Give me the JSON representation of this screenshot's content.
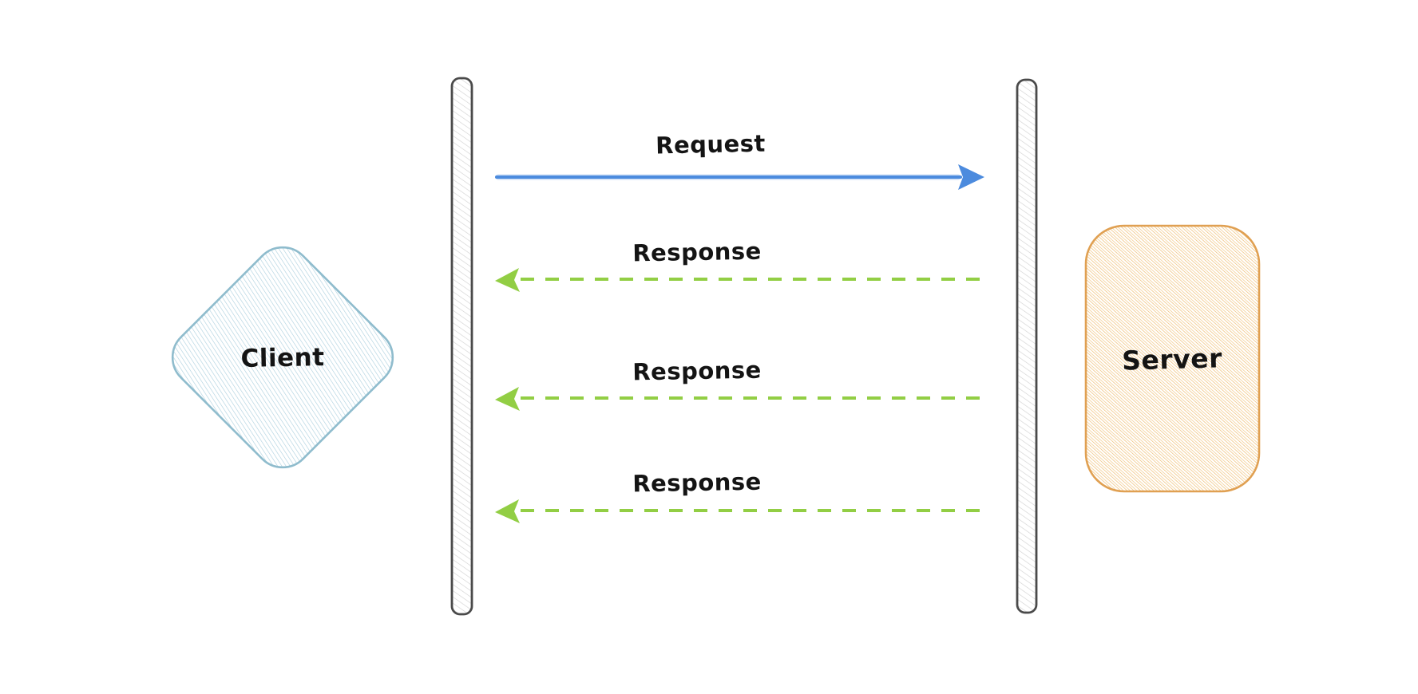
{
  "diagram": {
    "type": "sequence",
    "background": "#ffffff",
    "nodes": {
      "client": {
        "label": "Client",
        "shape": "diamond",
        "fill_hatch": "#a9cedd",
        "border": "#8fbccd"
      },
      "server": {
        "label": "Server",
        "shape": "rounded-rectangle",
        "fill_hatch": "#edb868",
        "border": "#e0a052"
      }
    },
    "lifelines": {
      "count": 2,
      "style": "hatched-bar",
      "border": "#4a4a4a",
      "fill_hatch": "#d2d2d2"
    },
    "messages": [
      {
        "label": "Request",
        "from": "client",
        "to": "server",
        "line_style": "solid",
        "color": "#4c8bde"
      },
      {
        "label": "Response",
        "from": "server",
        "to": "client",
        "line_style": "dashed",
        "color": "#92ce44"
      },
      {
        "label": "Response",
        "from": "server",
        "to": "client",
        "line_style": "dashed",
        "color": "#92ce44"
      },
      {
        "label": "Response",
        "from": "server",
        "to": "client",
        "line_style": "dashed",
        "color": "#92ce44"
      }
    ],
    "colors": {
      "request_blue": "#4c8bde",
      "response_green": "#92ce44",
      "text_ink": "#141414"
    }
  }
}
